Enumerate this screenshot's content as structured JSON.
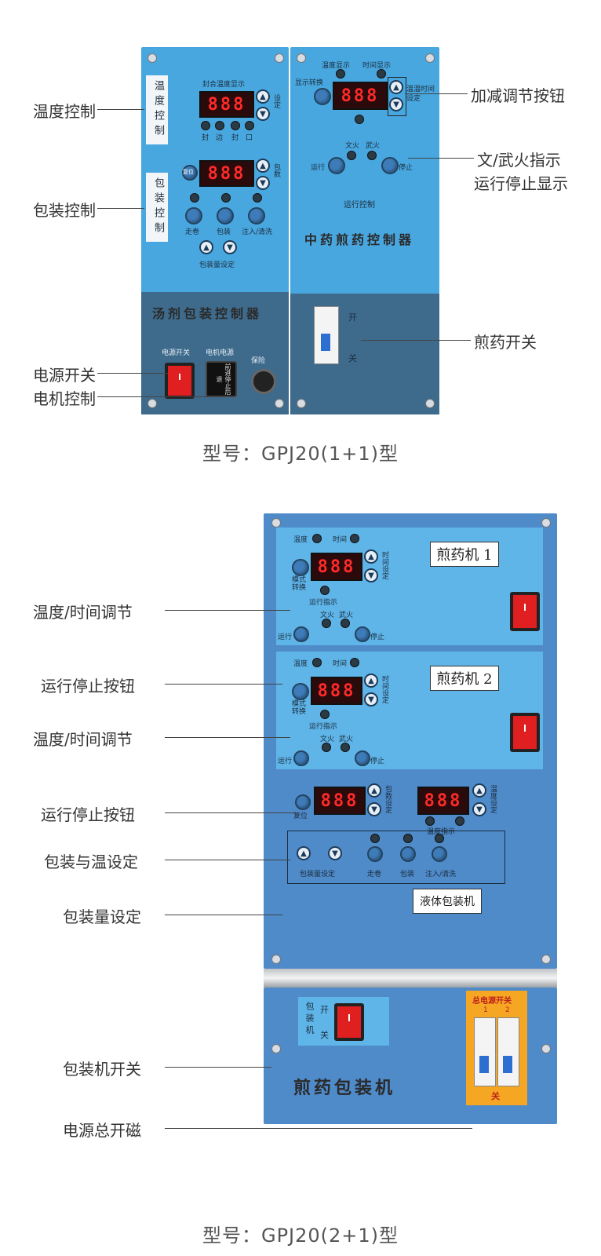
{
  "top": {
    "callouts": [
      "温度控制",
      "包装控制",
      "电源开关",
      "电机控制",
      "加减调节按钮",
      "文/武火指示",
      "运行停止显示",
      "煎药开关"
    ],
    "caption": "型号：GPJ20(1+1)型",
    "left_panel": {
      "vert_temp": "温度控制",
      "vert_pack": "包装控制",
      "temp_display_label": "封合温度显示",
      "temp_set_label": "设定",
      "led_labels": [
        "封",
        "边",
        "封",
        "口"
      ],
      "display_value": "888",
      "pack_label": "包数",
      "reset_label": "复位",
      "btn_labels": [
        "走卷",
        "包装",
        "注入/清洗"
      ],
      "qty_label": "包装量设定",
      "title": "汤剂包装控制器",
      "power_label": "电源开关",
      "motor_label": "电机电源",
      "motor_btn_text": "前进停止后退",
      "fuse_label": "保险"
    },
    "right_panel": {
      "temp_show": "温度显示",
      "time_show": "时间显示",
      "mode_switch": "显示转换",
      "temp_time_set": "温温时间设定",
      "wen_huo": "文火",
      "wu_huo": "武火",
      "run": "运行",
      "stop": "停止",
      "run_ctrl": "运行控制",
      "title": "中药煎药控制器",
      "on": "开",
      "off": "关"
    }
  },
  "bottom": {
    "callouts": [
      "温度/时间调节",
      "运行停止按钮",
      "温度/时间调节",
      "运行停止按钮",
      "包装与温设定",
      "包装量设定",
      "包装机开关",
      "电源总开磁"
    ],
    "caption": "型号：GPJ20(2+1)型",
    "machine1": "煎药机 1",
    "machine2": "煎药机 2",
    "temp": "温度",
    "time": "时间",
    "time_set": "时间设定",
    "mode_switch": "模式转换",
    "run_indicator": "运行指示",
    "wen": "文火",
    "wu": "武火",
    "run": "运行",
    "stop": "停止",
    "reset": "复位",
    "pack_set": "包数设定",
    "temp_set": "温度设定",
    "temp_indicator": "温度指示",
    "qty_set": "包装量设定",
    "btn_labels": [
      "走卷",
      "包装",
      "注入/清洗"
    ],
    "liquid_pack": "液体包装机",
    "pack_machine_vert": "包装机",
    "on": "开",
    "off": "关",
    "title": "煎药包装机",
    "main_switch": "总电源开关",
    "main_off": "关",
    "breaker_nums": [
      "1",
      "2"
    ],
    "display_value": "888"
  }
}
